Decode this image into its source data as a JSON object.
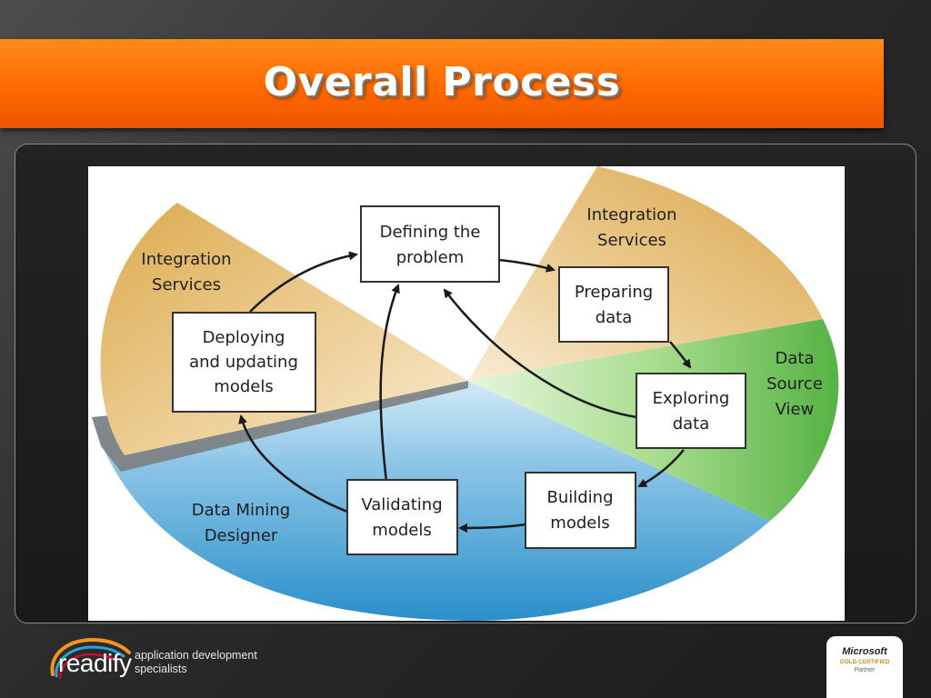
{
  "slide": {
    "title": "Overall Process"
  },
  "diagram": {
    "zones": [
      {
        "id": "integration-left",
        "lines": [
          "Integration",
          "Services"
        ],
        "color": "#e0b25a"
      },
      {
        "id": "integration-right",
        "lines": [
          "Integration",
          "Services"
        ],
        "color": "#e0b25a"
      },
      {
        "id": "data-source-view",
        "lines": [
          "Data",
          "Source",
          "View"
        ],
        "color": "#6fbf5a"
      },
      {
        "id": "data-mining-designer",
        "lines": [
          "Data Mining",
          "Designer"
        ],
        "color": "#3a98cf"
      }
    ],
    "nodes": [
      {
        "id": "defining-problem",
        "lines": [
          "Defining the",
          "problem"
        ]
      },
      {
        "id": "preparing-data",
        "lines": [
          "Preparing",
          "data"
        ]
      },
      {
        "id": "exploring-data",
        "lines": [
          "Exploring",
          "data"
        ]
      },
      {
        "id": "building-models",
        "lines": [
          "Building",
          "models"
        ]
      },
      {
        "id": "validating-models",
        "lines": [
          "Validating",
          "models"
        ]
      },
      {
        "id": "deploying-models",
        "lines": [
          "Deploying",
          "and updating",
          "models"
        ]
      }
    ],
    "edges": [
      {
        "from": "defining-problem",
        "to": "preparing-data"
      },
      {
        "from": "preparing-data",
        "to": "exploring-data"
      },
      {
        "from": "exploring-data",
        "to": "building-models"
      },
      {
        "from": "building-models",
        "to": "validating-models"
      },
      {
        "from": "validating-models",
        "to": "deploying-models"
      },
      {
        "from": "validating-models",
        "to": "defining-problem"
      },
      {
        "from": "deploying-models",
        "to": "defining-problem"
      },
      {
        "from": "exploring-data",
        "to": "defining-problem"
      }
    ]
  },
  "footer": {
    "logo_text": "readify",
    "tagline": "application development\nspecialists",
    "badge": {
      "brand": "Microsoft",
      "level": "GOLD CERTIFIED",
      "partner": "Partner"
    }
  }
}
